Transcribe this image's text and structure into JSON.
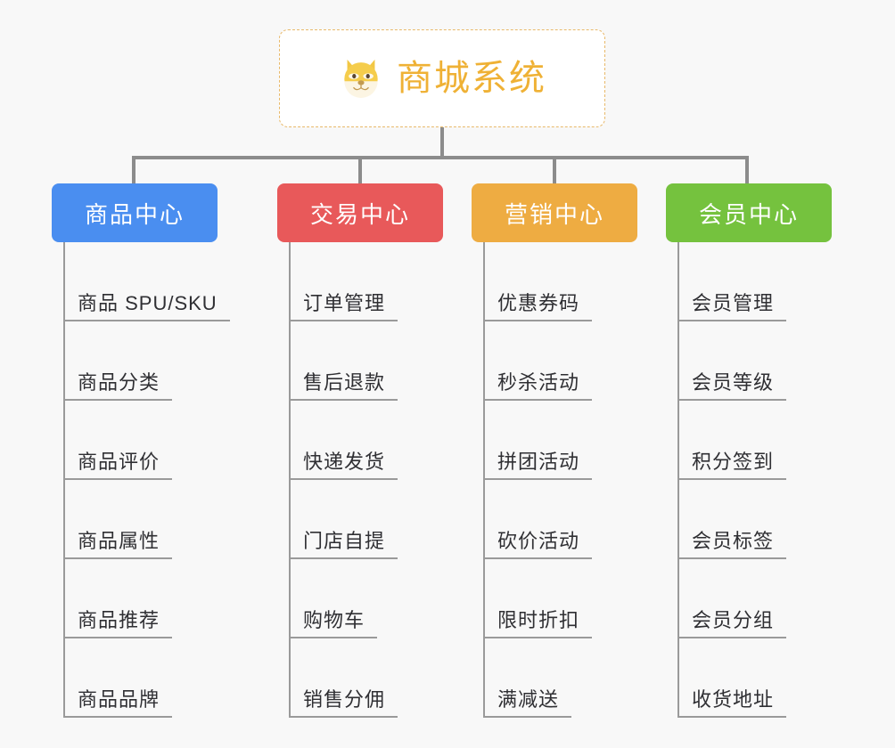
{
  "canvas": {
    "background_color": "#f8f8f8"
  },
  "root": {
    "title": "商城系统",
    "icon": "dog-face-icon",
    "text_color": "#efb135",
    "border_color": "#e8b96a",
    "background_color": "#ffffff"
  },
  "connector_color": "#8c8c8c",
  "columns": [
    {
      "category": "商品中心",
      "color": "#4a8ef0",
      "items": [
        "商品 SPU/SKU",
        "商品分类",
        "商品评价",
        "商品属性",
        "商品推荐",
        "商品品牌"
      ]
    },
    {
      "category": "交易中心",
      "color": "#e8595a",
      "items": [
        "订单管理",
        "售后退款",
        "快递发货",
        "门店自提",
        "购物车",
        "销售分佣"
      ]
    },
    {
      "category": "营销中心",
      "color": "#eeac42",
      "items": [
        "优惠券码",
        "秒杀活动",
        "拼团活动",
        "砍价活动",
        "限时折扣",
        "满减送"
      ]
    },
    {
      "category": "会员中心",
      "color": "#75c23e",
      "items": [
        "会员管理",
        "会员等级",
        "积分签到",
        "会员标签",
        "会员分组",
        "收货地址"
      ]
    }
  ]
}
